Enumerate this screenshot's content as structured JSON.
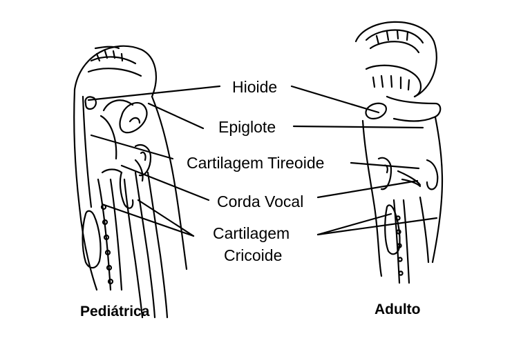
{
  "labels": {
    "hyoid": "Hioide",
    "epiglottis": "Epiglote",
    "thyroid": "Cartilagem Tireoide",
    "vocal_cord": "Corda Vocal",
    "cricoid_line1": "Cartilagem",
    "cricoid_line2": "Cricoide"
  },
  "captions": {
    "pediatric": "Pediátrica",
    "adult": "Adulto"
  }
}
